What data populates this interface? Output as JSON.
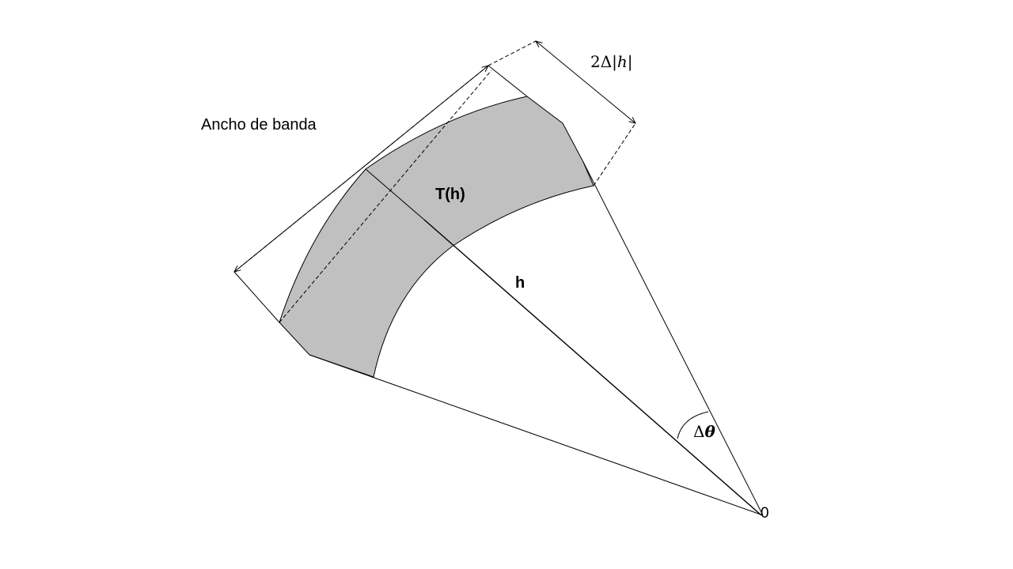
{
  "diagram": {
    "labels": {
      "bandwidth": "Ancho de banda",
      "transform": "T(h)",
      "radius": "h",
      "width_prefix": "2Δ|",
      "width_var": "h",
      "width_suffix": "|",
      "angle_prefix": "Δ",
      "angle_var": "θ",
      "origin": "0"
    },
    "colors": {
      "band_fill": "#c0c0c0",
      "stroke": "#000000",
      "background": "#ffffff"
    }
  }
}
